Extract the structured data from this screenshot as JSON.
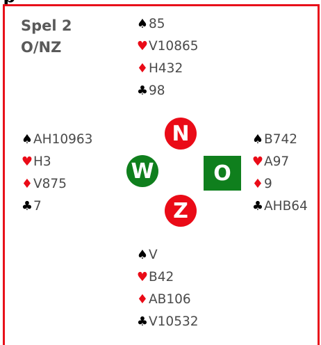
{
  "header": {
    "fragment_text": "p"
  },
  "deal": {
    "board": "Spel 2",
    "vulnerability": "O/NZ"
  },
  "suits": {
    "spades": {
      "glyph": "♠",
      "color": "#000000"
    },
    "hearts": {
      "glyph": "♥",
      "color": "#ea0b17"
    },
    "diamonds": {
      "glyph": "♦",
      "color": "#ea0b17"
    },
    "clubs": {
      "glyph": "♣",
      "color": "#000000"
    }
  },
  "hands": {
    "north": {
      "spades": "85",
      "hearts": "V10865",
      "diamonds": "H432",
      "clubs": "98"
    },
    "west": {
      "spades": "AH10963",
      "hearts": "H3",
      "diamonds": "V875",
      "clubs": "7"
    },
    "east": {
      "spades": "B742",
      "hearts": "A97",
      "diamonds": "9",
      "clubs": "AHB64"
    },
    "south": {
      "spades": "V",
      "hearts": "B42",
      "diamonds": "AB106",
      "clubs": "V10532"
    }
  },
  "compass": {
    "north": {
      "label": "N",
      "color": "#ea0b17",
      "shape": "circle"
    },
    "west": {
      "label": "W",
      "color": "#0f7f1d",
      "shape": "circle"
    },
    "east": {
      "label": "O",
      "color": "#0f7f1d",
      "shape": "square"
    },
    "south": {
      "label": "Z",
      "color": "#ea0b17",
      "shape": "circle"
    }
  }
}
